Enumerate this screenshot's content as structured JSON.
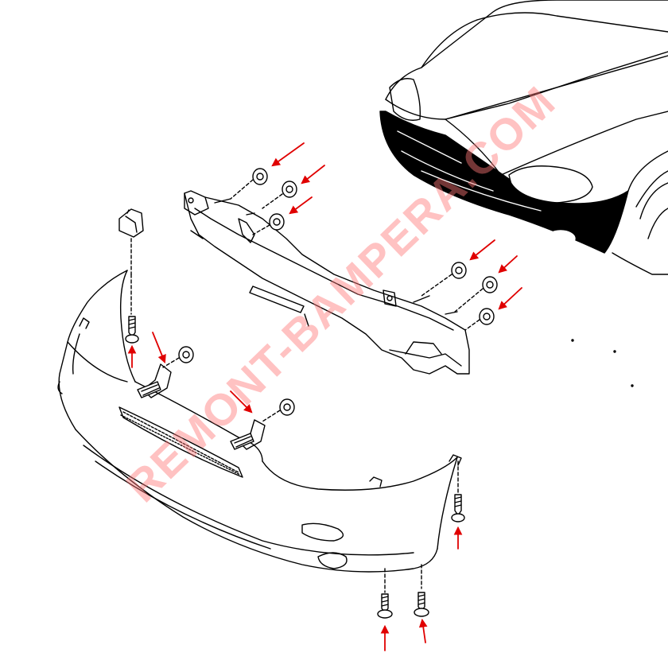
{
  "figure": {
    "watermark_text": "REMONT-BAMPERA.COM",
    "colors": {
      "line": "#000000",
      "arrow": "#e00000",
      "watermark": "#ff7878",
      "background": "#ffffff"
    },
    "parts": [
      "car-front",
      "bumper-reinforcement-beam",
      "bumper-cover",
      "mounting-nut",
      "bolt",
      "screw",
      "bracket",
      "clip"
    ]
  }
}
